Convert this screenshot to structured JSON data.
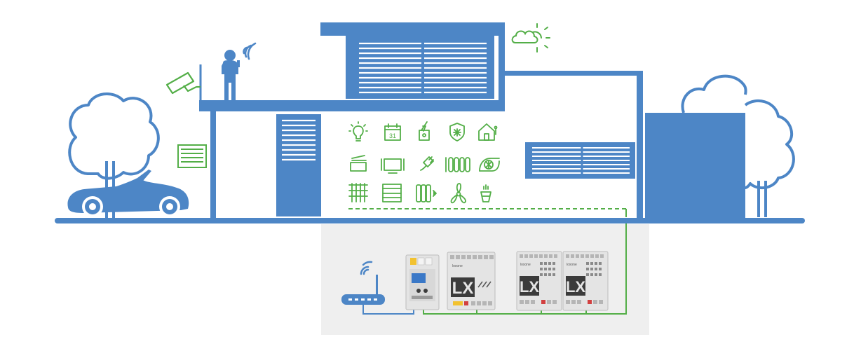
{
  "diagram": {
    "colors": {
      "blue": "#4d86c6",
      "green": "#53ae47",
      "panel_bg": "#efefef",
      "device_body": "#e4e4e4",
      "device_dark": "#3b3b3b"
    },
    "house_elements": [
      {
        "name": "tree-left-icon"
      },
      {
        "name": "convertible-car-icon"
      },
      {
        "name": "garage-door-icon"
      },
      {
        "name": "security-camera-icon"
      },
      {
        "name": "person-on-phone-icon"
      },
      {
        "name": "weather-sun-cloud-icon"
      },
      {
        "name": "window-blinds-upper"
      },
      {
        "name": "door-blinds"
      },
      {
        "name": "side-blinds"
      },
      {
        "name": "tree-right-icon"
      }
    ],
    "feature_icons": [
      {
        "icon": "light-bulb-icon"
      },
      {
        "icon": "calendar-icon",
        "label": "31"
      },
      {
        "icon": "energy-meter-icon"
      },
      {
        "icon": "alarm-shield-icon"
      },
      {
        "icon": "presence-house-icon"
      },
      {
        "icon": "pool-cover-icon"
      },
      {
        "icon": "media-tv-icon"
      },
      {
        "icon": "power-plug-icon"
      },
      {
        "icon": "floor-heating-icon"
      },
      {
        "icon": "ventilation-icon"
      },
      {
        "icon": "sauna-icon"
      },
      {
        "icon": "shading-icon"
      },
      {
        "icon": "radiator-icon"
      },
      {
        "icon": "fan-icon"
      },
      {
        "icon": "irrigation-icon"
      }
    ],
    "devices": [
      {
        "name": "wifi-router"
      },
      {
        "name": "power-supply-module"
      },
      {
        "name": "miniserver-module",
        "label": "LX",
        "brand": "loxone"
      },
      {
        "name": "extension-module-1",
        "label": "LX",
        "brand": "loxone"
      },
      {
        "name": "extension-module-2",
        "label": "LX",
        "brand": "loxone"
      }
    ]
  }
}
